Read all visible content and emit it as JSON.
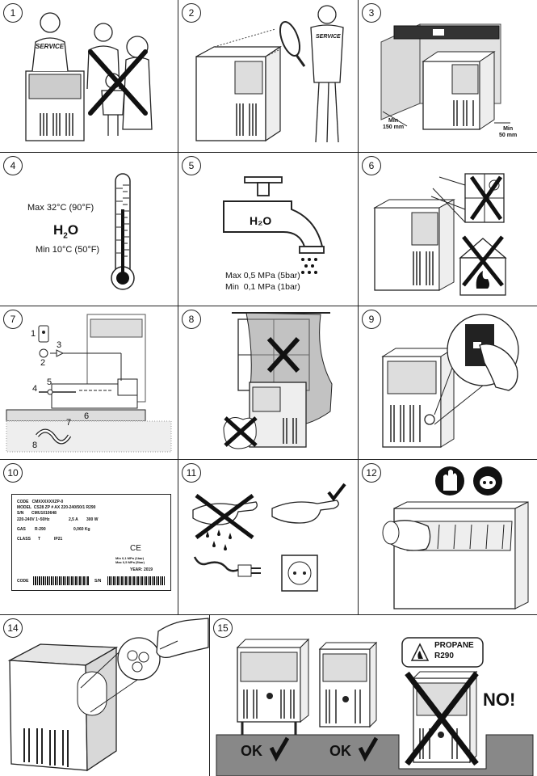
{
  "panels": [
    {
      "num": "1",
      "service_label_a": "SERVICE"
    },
    {
      "num": "2",
      "service_label": "SERVICE"
    },
    {
      "num": "3",
      "min_left_top": "Min",
      "min_left_bottom": "150 mm",
      "min_right_top": "Min",
      "min_right_bottom": "50 mm"
    },
    {
      "num": "4",
      "max_temp": "Max 32°C (90°F)",
      "h2o_h": "H",
      "h2o_sub": "2",
      "h2o_o": "O",
      "min_temp": "Min 10°C (50°F)"
    },
    {
      "num": "5",
      "h2o": "H₂O",
      "max_pressure": "Max 0,5 MPa (5bar)",
      "min_pressure": "Min  0,1 MPa (1bar)"
    },
    {
      "num": "6"
    },
    {
      "num": "7",
      "labels": [
        "1",
        "2",
        "3",
        "4",
        "5",
        "6",
        "7",
        "8"
      ]
    },
    {
      "num": "8"
    },
    {
      "num": "9"
    },
    {
      "num": "10",
      "plate": {
        "code_line": "CODE   CMXXXXXXZP-0",
        "model_line": "MODEL  CS28 ZP # AX 220-240/50/1 R290",
        "sn_line": "S/N       CMU1010648",
        "power_line": "220-240V 1~50Hz",
        "amps": "2,5 A",
        "watts": "300 W",
        "gas_label": "GAS",
        "gas_value": "R-290",
        "gas_weight": "0,060 Kg",
        "class_label": "CLASS",
        "class_value": "T",
        "ip": "IP21",
        "ce": "CE",
        "pmin": "Min 0,1 MPa (1bar)",
        "pmax": "Max 0,5 MPa (5bar)",
        "year": "YEAR: 2019",
        "code_label": "CODE",
        "sn_label": "S/N"
      }
    },
    {
      "num": "11"
    },
    {
      "num": "12"
    },
    {
      "num": "14"
    },
    {
      "num": "15",
      "propane": "PROPANE",
      "r290": "R290",
      "no": "NO!",
      "ok1": "OK",
      "ok2": "OK"
    }
  ]
}
